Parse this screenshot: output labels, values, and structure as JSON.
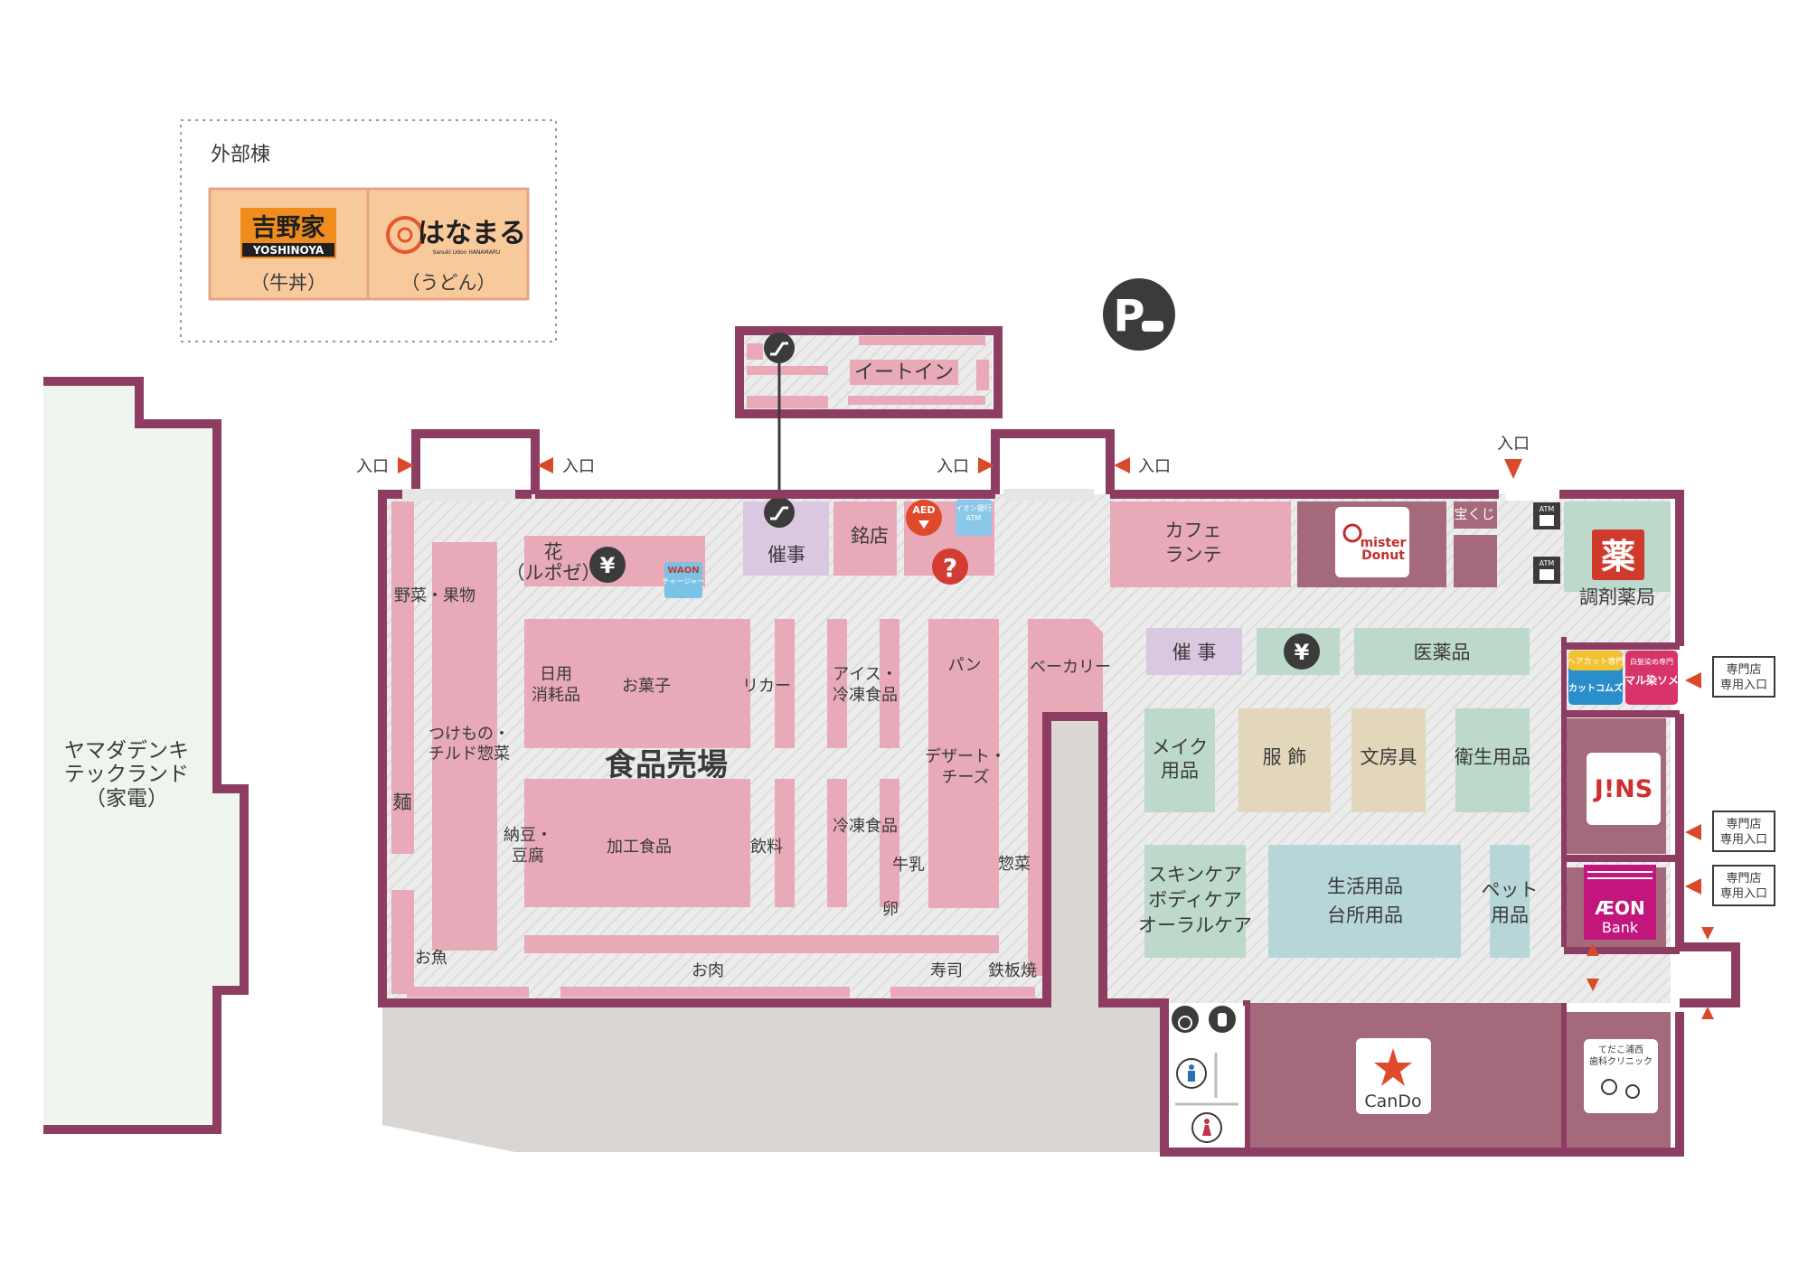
{
  "annex": {
    "title": "外部棟",
    "stores": [
      {
        "logo": "吉野家",
        "logo_sub": "YOSHINOYA",
        "category": "（牛丼）"
      },
      {
        "logo": "はなまる",
        "logo_sub": "Sanuki Udon HANAMARU",
        "category": "（うどん）"
      }
    ]
  },
  "yamada": {
    "line1": "ヤマダデンキ",
    "line2": "テックランド",
    "line3": "（家電）"
  },
  "entrances": {
    "label": "入口"
  },
  "shop_entrance": {
    "line1": "専門店",
    "line2": "専用入口"
  },
  "areas": {
    "eat_in": "イートイン",
    "event1": "催事",
    "meiten": "銘店",
    "flower_1": "花",
    "flower_2": "（ルポゼ）",
    "cafe_1": "カフェ",
    "cafe_2": "ランテ",
    "takarakuji": "宝くじ",
    "pharmacy": "調剤薬局",
    "pharmacy_logo": "薬",
    "vegetables": "野菜・果物",
    "tsukemono_1": "つけもの・",
    "tsukemono_2": "チルド惣菜",
    "noodles": "麺",
    "daily_1": "日用",
    "daily_2": "消耗品",
    "snacks": "お菓子",
    "liquor": "リカー",
    "ice_1": "アイス・",
    "ice_2": "冷凍食品",
    "bread": "パン",
    "bakery": "ベーカリー",
    "food_floor": "食品売場",
    "dessert_1": "デザート・",
    "dessert_2": "チーズ",
    "natto_1": "納豆・",
    "natto_2": "豆腐",
    "processed": "加工食品",
    "drinks": "飲料",
    "frozen": "冷凍食品",
    "milk": "牛乳",
    "egg": "卵",
    "deli": "惣菜",
    "fish": "お魚",
    "meat": "お肉",
    "sushi": "寿司",
    "teppan": "鉄板焼",
    "event2": "催 事",
    "medicine": "医薬品",
    "makeup_1": "メイク",
    "makeup_2": "用品",
    "clothes": "服 飾",
    "stationery": "文房具",
    "hygiene": "衛生用品",
    "skincare_1": "スキンケア",
    "skincare_2": "ボディケア",
    "skincare_3": "オーラルケア",
    "living_1": "生活用品",
    "living_2": "台所用品",
    "pet_1": "ペット",
    "pet_2": "用品"
  },
  "logos": {
    "mister_donut_1": "mister",
    "mister_donut_2": "Donut",
    "jins": "J!NS",
    "aeon_bank_1": "ÆON",
    "aeon_bank_2": "Bank",
    "cando": "CanDo",
    "clinic_1": "てだこ浦西",
    "clinic_2": "歯科クリニック",
    "haircut_1": "ヘアカット専門",
    "haircut_2": "カットコムズ",
    "maru_1": "白髪染め専門",
    "maru_2": "マル染ソメ",
    "aed": "AED",
    "atm_aeon_1": "イオン銀行",
    "atm_aeon_2": "ATM",
    "atm": "ATM",
    "waon_1": "WAON",
    "waon_2": "チャージャー",
    "parking": "P",
    "yen": "¥",
    "info": "?"
  },
  "colors": {
    "wall": "#8e3d62",
    "food_area": "#e8a9b8",
    "tenant": "#a4697b",
    "health": "#bcd9cb",
    "goods": "#e3d7bb",
    "household": "#b7d6d7",
    "event": "#d9c8e0",
    "yamada": "#eef5ef",
    "arrow": "#d94a2b"
  }
}
